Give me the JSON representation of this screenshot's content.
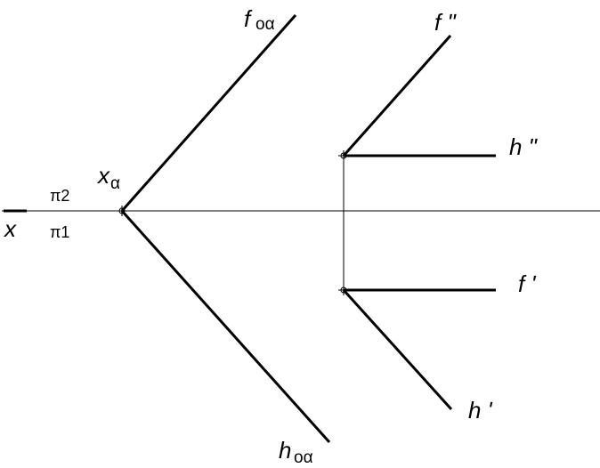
{
  "labels": {
    "f_oa_main": "f",
    "f_oa_sub": "oα",
    "h_oa_main": "h",
    "h_oa_sub": "oα",
    "x_alpha_main": "x",
    "x_alpha_sub": "α",
    "axis_x": "x",
    "pi2": "π2",
    "pi1": "π1",
    "f_double": "f ʺ",
    "h_double": "h ʺ",
    "f_single": "f ʹ",
    "h_single": "h ʹ"
  },
  "colors": {
    "line": "#000000",
    "background": "#ffffff"
  }
}
